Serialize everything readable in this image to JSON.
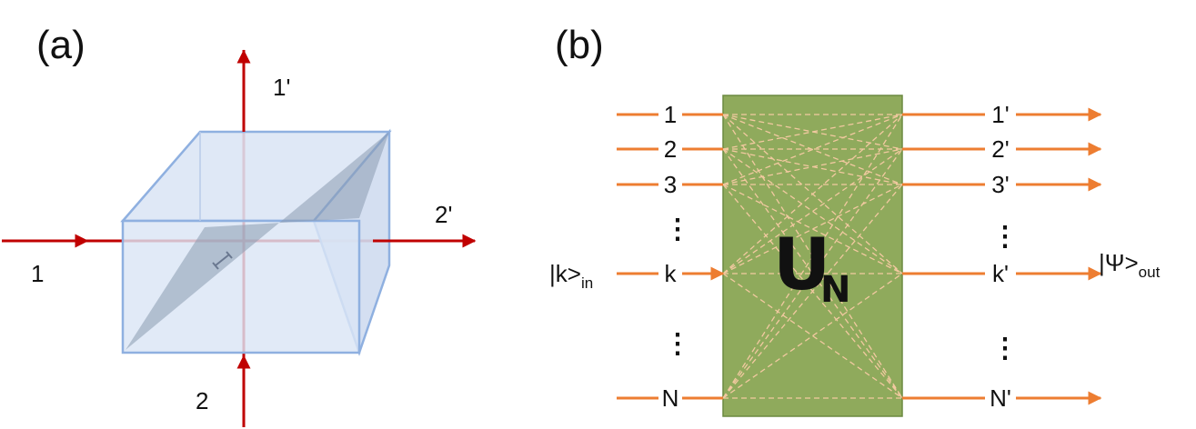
{
  "panel_a": {
    "label": "(a)",
    "ports": {
      "in_left": "1",
      "in_bottom": "2",
      "out_top": "1'",
      "out_right": "2'"
    },
    "colors": {
      "beam": "#c00000",
      "cube_fill": "#dbe5f5",
      "cube_edge": "#8fb0e0",
      "diagonal_plane": "#8a9ab0"
    }
  },
  "panel_b": {
    "label": "(b)",
    "box_label_main": "U",
    "box_label_sub": "N",
    "input_state_prefix": "|k>",
    "input_state_sub": "in",
    "output_state_prefix": "|Ψ>",
    "output_state_sub": "out",
    "inputs": [
      "1",
      "2",
      "3",
      "k",
      "N"
    ],
    "outputs": [
      "1'",
      "2'",
      "3'",
      "k'",
      "N'"
    ],
    "ellipsis": "⋮",
    "colors": {
      "box_fill": "#8faa5c",
      "box_edge": "#6c8a40",
      "line": "#ed7d31",
      "mesh": "#f2c9a0"
    }
  }
}
